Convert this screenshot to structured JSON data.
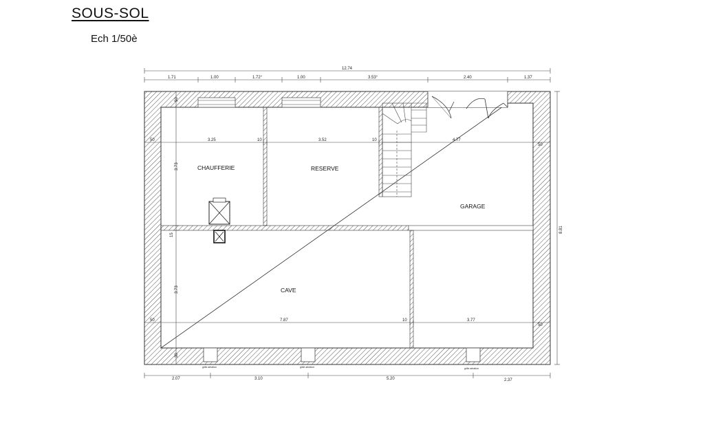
{
  "header": {
    "title": "SOUS-SOL",
    "scale": "Ech 1/50è"
  },
  "rooms": {
    "chaufferie": "CHAUFFERIE",
    "reserve": "RESERVE",
    "garage": "GARAGE",
    "cave": "CAVE"
  },
  "dimensions": {
    "overall_width": "12.74",
    "overall_height": "8.81",
    "top": [
      "1.71",
      "1.00",
      "1.72°",
      "1.00",
      "3.53°",
      "2.40",
      "1.37"
    ],
    "mid_row": [
      "50",
      "3.25",
      "10",
      "3.52",
      "10",
      "4.77",
      "50"
    ],
    "low_row": [
      "50",
      "7.87",
      "10",
      "3.77",
      "50"
    ],
    "left_col": [
      "50",
      "3.73",
      "15",
      "3.73",
      "30"
    ],
    "bottom": [
      "2.07",
      "3.10",
      "5.20",
      "2.37"
    ]
  },
  "vents": [
    "grille aération",
    "grille aération",
    "grille aération"
  ],
  "colors": {
    "wall_outline": "#333333",
    "hatch": "#555555",
    "dimension_line": "#444444"
  }
}
